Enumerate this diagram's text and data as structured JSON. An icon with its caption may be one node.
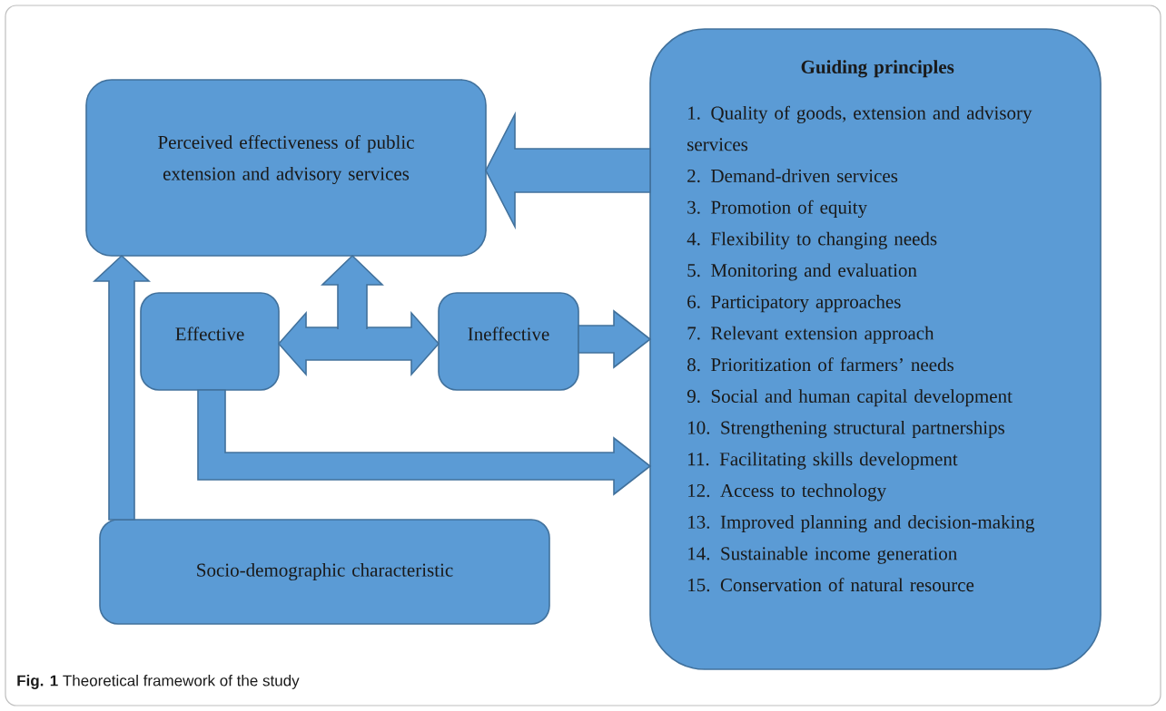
{
  "diagram": {
    "caption": "**Fig. 1** Theoretical framework of the study",
    "nodes": [
      {
        "text": [
          "Perceived effectiveness of public extension and advisory services"
        ]
      },
      {
        "text": [
          "Guiding principles",
          "1. Quality of goods, extension and advisory services",
          "2. Demand-driven services",
          "3. Promotion of equity",
          "4. Flexibility to changing needs",
          "5. Monitoring and evaluation",
          "6. Participatory approaches",
          "7. Relevant extension approach",
          "8. Prioritization of farmers’ needs",
          "9. Social and human capital development",
          "10. Strengthening structural partnerships",
          "11. Facilitating skills development",
          "12. Access to technology",
          "13. Improved planning and decision-making",
          "14. Sustainable income generation",
          "15. Conservation of natural resource"
        ]
      },
      {
        "text": [
          "Effective"
        ]
      },
      {
        "text": [
          "Ineffective"
        ]
      },
      {
        "text": [
          "Socio-demographic characteristic"
        ]
      }
    ],
    "edges": [
      {
        "from": 1,
        "to": 0,
        "arrow": "to"
      },
      {
        "from": 4,
        "to": 0,
        "arrow": "to"
      },
      {
        "from": 2,
        "to": 3,
        "arrow": "both"
      },
      {
        "from": 2,
        "to": 0,
        "arrow": "to"
      },
      {
        "from": 3,
        "to": 0,
        "arrow": "to"
      },
      {
        "from": 3,
        "to": 1,
        "arrow": "to"
      },
      {
        "from": 2,
        "to": 1,
        "arrow": "to"
      }
    ]
  }
}
